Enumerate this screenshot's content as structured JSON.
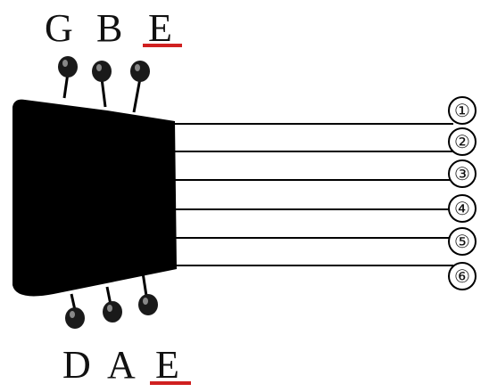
{
  "diagram": {
    "top_notes": [
      {
        "label": "G",
        "underlined": false
      },
      {
        "label": "B",
        "underlined": false
      },
      {
        "label": "E",
        "underlined": true
      }
    ],
    "bottom_notes": [
      {
        "label": "D",
        "underlined": false
      },
      {
        "label": "A",
        "underlined": false
      },
      {
        "label": "E",
        "underlined": true
      }
    ],
    "string_numbers": [
      "①",
      "②",
      "③",
      "④",
      "⑤",
      "⑥"
    ],
    "colors": {
      "ink": "#000000",
      "underline": "#d02020",
      "peg": "#1a1a1a"
    }
  }
}
